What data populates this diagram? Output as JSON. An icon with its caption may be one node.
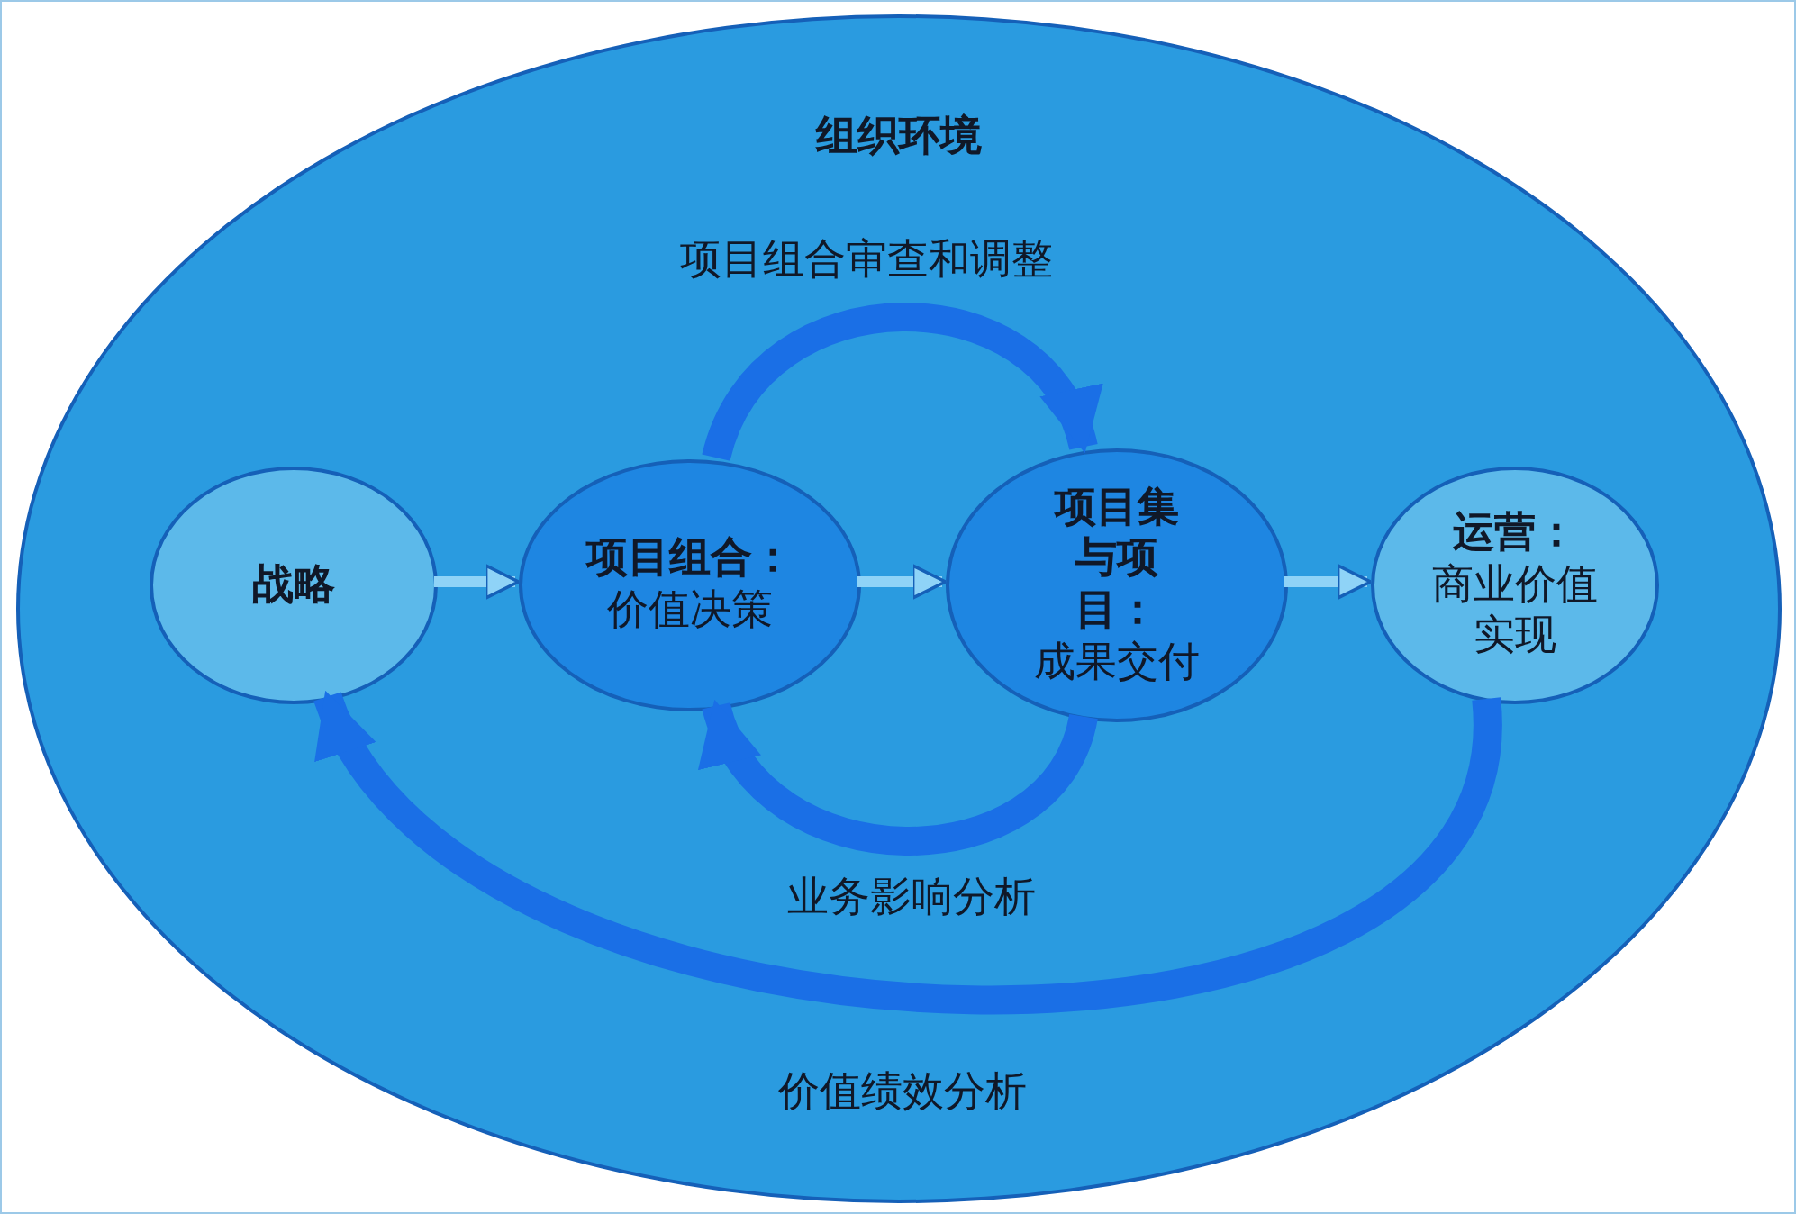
{
  "diagram": {
    "nodes": [
      {
        "text": [
          "组织环境"
        ]
      },
      {
        "text": [
          "战略"
        ],
        "in": 0
      },
      {
        "text": [
          "项目组合：",
          "价值决策"
        ],
        "in": 0
      },
      {
        "text": [
          "项目集与项目：",
          "成果交付"
        ],
        "in": 0
      },
      {
        "text": [
          "运营：",
          "商业价值实现"
        ],
        "in": 0
      }
    ],
    "edges": [
      {
        "from": 1,
        "to": 2,
        "arrow": "to"
      },
      {
        "from": 2,
        "to": 3,
        "arrow": "to"
      },
      {
        "from": 3,
        "to": 4,
        "arrow": "to"
      },
      {
        "from": 2,
        "to": 3,
        "arrow": "to",
        "label": "项目组合审查和调整",
        "style": "thick",
        "color": "#1a6fe6"
      },
      {
        "from": 3,
        "to": 2,
        "arrow": "to",
        "label": "业务影响分析",
        "style": "thick",
        "color": "#1a6fe6"
      },
      {
        "from": 4,
        "to": 1,
        "arrow": "to",
        "label": "价值绩效分析",
        "style": "thick",
        "color": "#1a6fe6"
      }
    ]
  }
}
